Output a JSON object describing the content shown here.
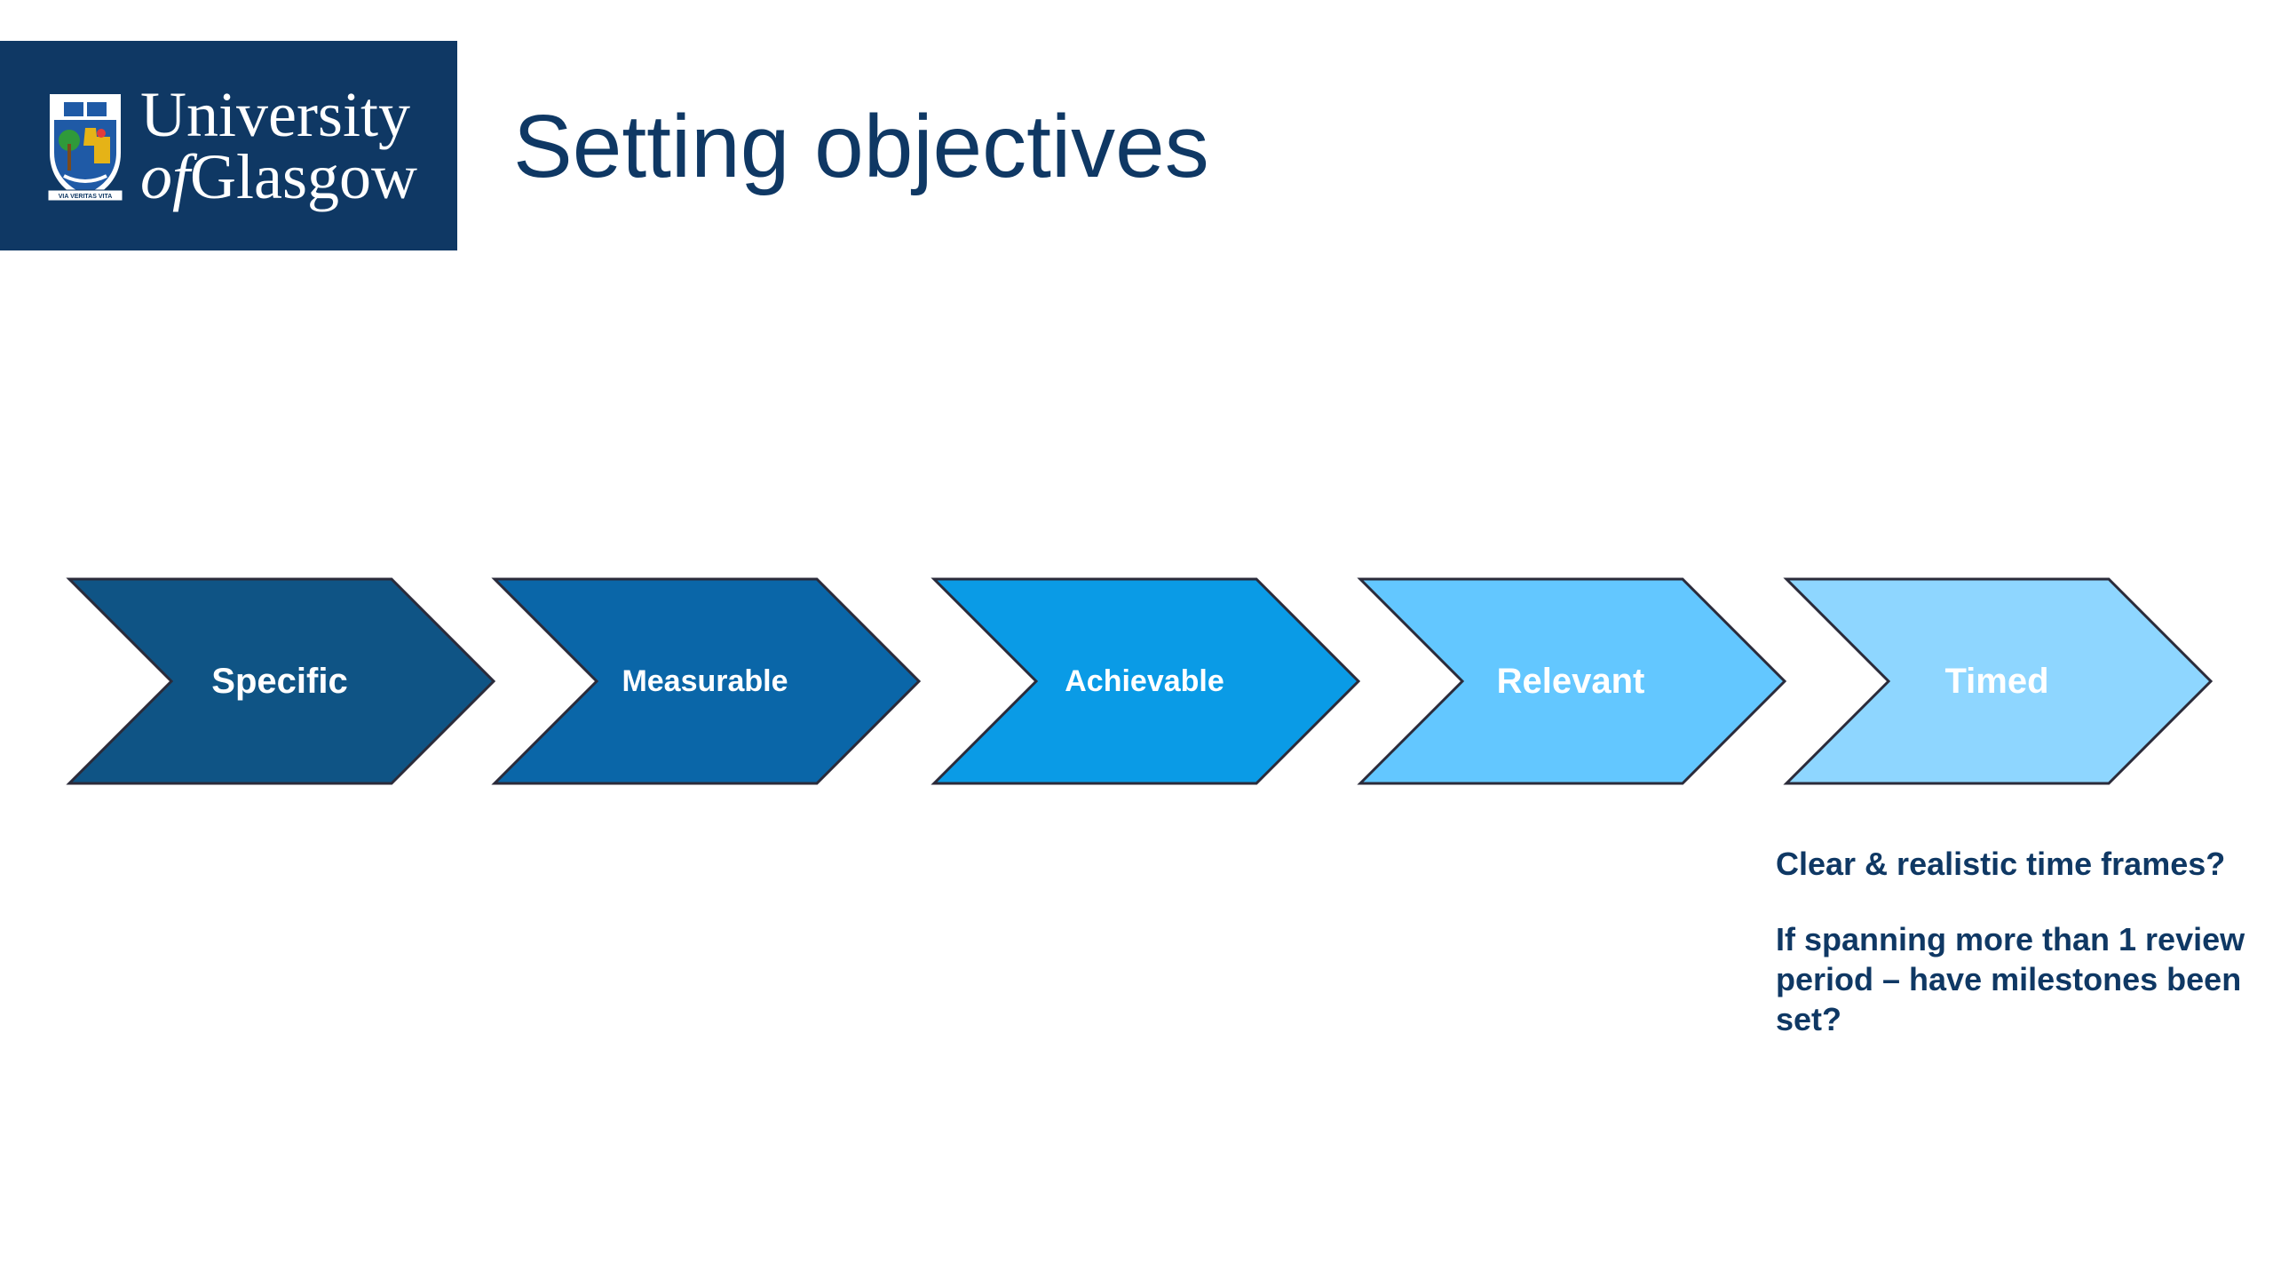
{
  "logo": {
    "line1": "University",
    "line2_of": "of",
    "line2_rest": "Glasgow",
    "motto": "VIA VERITAS VITA"
  },
  "title": "Setting objectives",
  "diagram": {
    "steps": [
      {
        "label": "Specific",
        "color": "#0f5485"
      },
      {
        "label": "Measurable",
        "color": "#0a66a8"
      },
      {
        "label": "Achievable",
        "color": "#0a9be6"
      },
      {
        "label": "Relevant",
        "color": "#63c7ff"
      },
      {
        "label": "Timed",
        "color": "#8ed6ff"
      }
    ],
    "outline_color": "#2b2b3a"
  },
  "notes": {
    "line1": "Clear & realistic time frames?",
    "line2": "If spanning more than 1 review period – have milestones been set?"
  },
  "colors": {
    "brand": "#0f3864",
    "background": "#ffffff"
  }
}
